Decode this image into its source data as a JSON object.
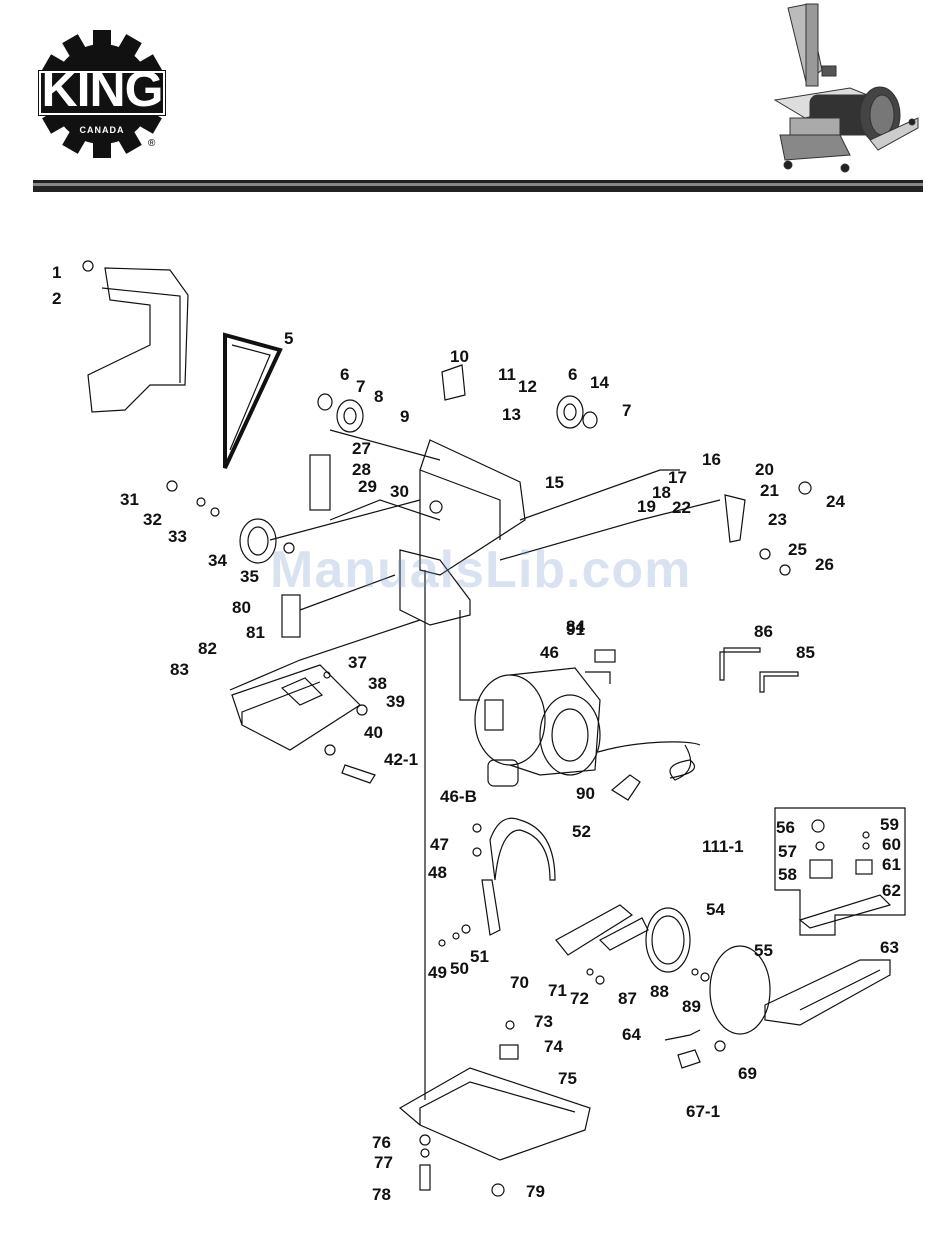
{
  "logo": {
    "brand": "KING",
    "sub": "CANADA",
    "reg": "®"
  },
  "watermark": "ManualsLib.com",
  "parts": [
    "1",
    "2",
    "5",
    "6",
    "7",
    "8",
    "9",
    "10",
    "11",
    "12",
    "6",
    "14",
    "7",
    "13",
    "15",
    "16",
    "17",
    "18",
    "19",
    "20",
    "21",
    "22",
    "23",
    "24",
    "25",
    "26",
    "27",
    "28",
    "29",
    "30",
    "31",
    "32",
    "33",
    "34",
    "35",
    "80",
    "81",
    "82",
    "83",
    "37",
    "38",
    "39",
    "40",
    "42-1",
    "46",
    "46-B",
    "84",
    "91",
    "86",
    "85",
    "90",
    "47",
    "48",
    "49",
    "50",
    "51",
    "52",
    "54",
    "55",
    "70",
    "71",
    "72",
    "87",
    "88",
    "89",
    "56",
    "57",
    "58",
    "59",
    "60",
    "61",
    "62",
    "111-1",
    "63",
    "64",
    "67-1",
    "69",
    "73",
    "74",
    "75",
    "76",
    "77",
    "78",
    "79"
  ],
  "colors": {
    "ink": "#111111",
    "rule": "#222222"
  }
}
